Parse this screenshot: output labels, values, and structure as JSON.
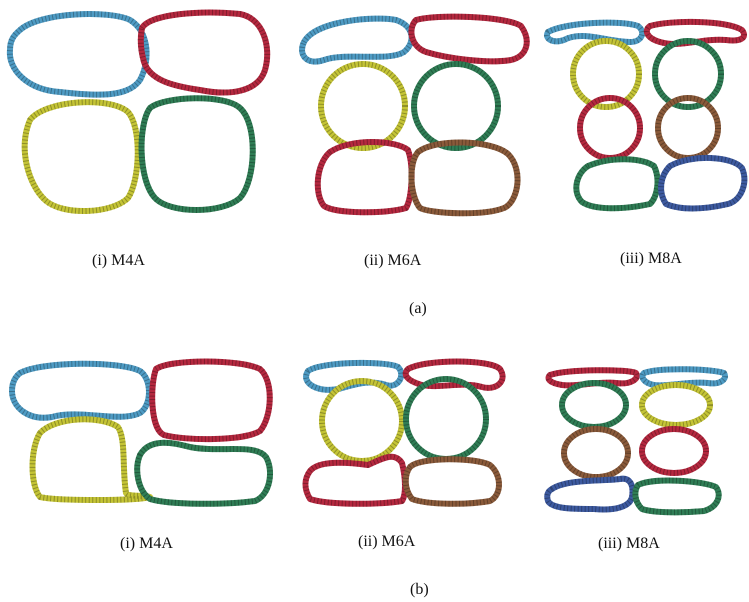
{
  "colors": {
    "blue": "#4e9bc4",
    "red": "#b5283f",
    "yellow": "#c4c436",
    "green": "#2f7d55",
    "brown": "#8a5a3a",
    "navy": "#3d5aa0"
  },
  "row_a": {
    "label": "(a)",
    "panels": [
      {
        "caption": "(i) M4A"
      },
      {
        "caption": "(ii) M6A"
      },
      {
        "caption": "(iii) M8A"
      }
    ]
  },
  "row_b": {
    "label": "(b)",
    "panels": [
      {
        "caption": "(i) M4A"
      },
      {
        "caption": "(ii) M6A"
      },
      {
        "caption": "(iii) M8A"
      }
    ]
  }
}
